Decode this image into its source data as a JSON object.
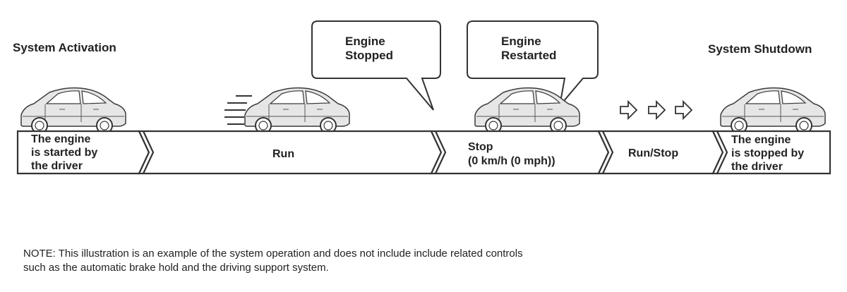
{
  "headings": {
    "activation": "System Activation",
    "shutdown": "System Shutdown"
  },
  "callouts": {
    "stopped": [
      "Engine",
      "Stopped"
    ],
    "restarted": [
      "Engine",
      "Restarted"
    ]
  },
  "stages": {
    "start": [
      "The engine",
      "is started by",
      "the driver"
    ],
    "run": [
      "Run"
    ],
    "stop": [
      "Stop",
      "(0 km/h (0 mph))"
    ],
    "runstop": [
      "Run/Stop"
    ],
    "end": [
      "The engine",
      "is stopped by",
      "the driver"
    ]
  },
  "icons": {
    "vehicles": [
      "car-icon",
      "moving-car-icon",
      "car-icon",
      "car-icon"
    ],
    "direction": [
      "right-arrow-icon",
      "right-arrow-icon",
      "right-arrow-icon"
    ]
  },
  "note": [
    "NOTE: This illustration is an example of the system operation and does not include include related controls",
    "such as the automatic brake hold and the driving support system."
  ]
}
